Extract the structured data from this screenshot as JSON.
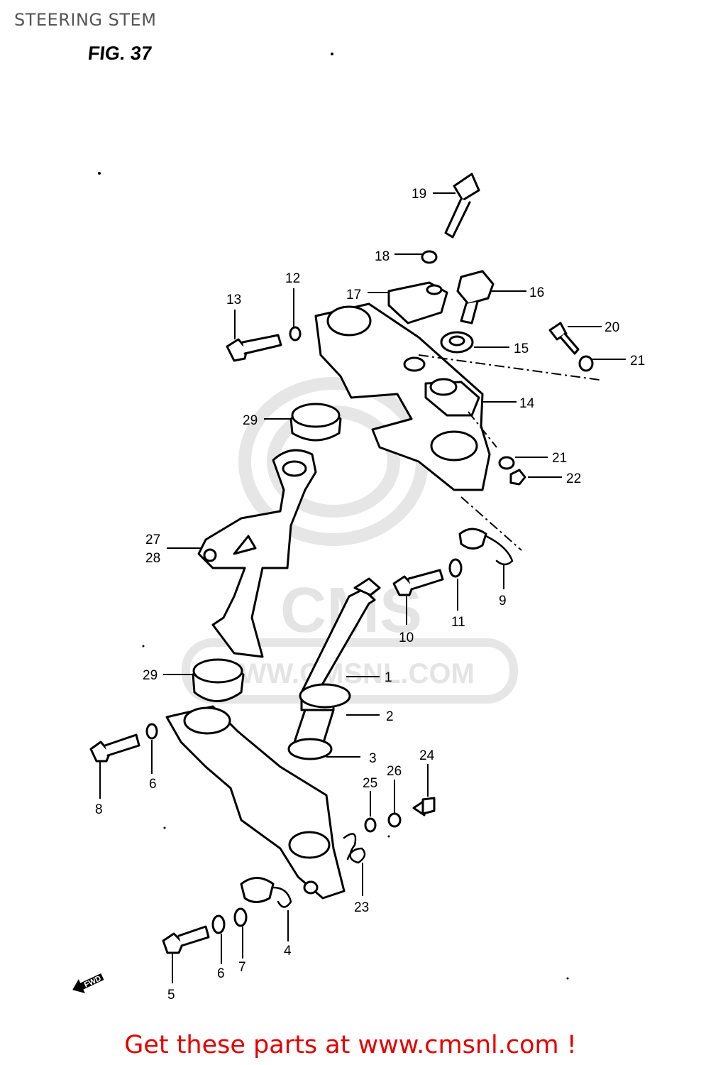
{
  "header": {
    "page_title": "STEERING STEM",
    "figure_label": "FIG. 37"
  },
  "watermark": {
    "brand_text": "CMS",
    "site_text": "WWW.CMSNL.COM"
  },
  "direction_marker": "FWD",
  "callouts": {
    "p1": "1",
    "p2": "2",
    "p3": "3",
    "p4": "4",
    "p5": "5",
    "p6a": "6",
    "p6b": "6",
    "p7": "7",
    "p8": "8",
    "p9": "9",
    "p10": "10",
    "p11": "11",
    "p12": "12",
    "p13": "13",
    "p14": "14",
    "p15": "15",
    "p16": "16",
    "p17": "17",
    "p18": "18",
    "p19": "19",
    "p20": "20",
    "p21a": "21",
    "p21b": "21",
    "p22": "22",
    "p23": "23",
    "p24": "24",
    "p25": "25",
    "p26": "26",
    "p27": "27",
    "p28": "28",
    "p29a": "29",
    "p29b": "29"
  },
  "footer": {
    "cta_text": "Get these parts at www.cmsnl.com !",
    "cta_color": "#e30000"
  }
}
